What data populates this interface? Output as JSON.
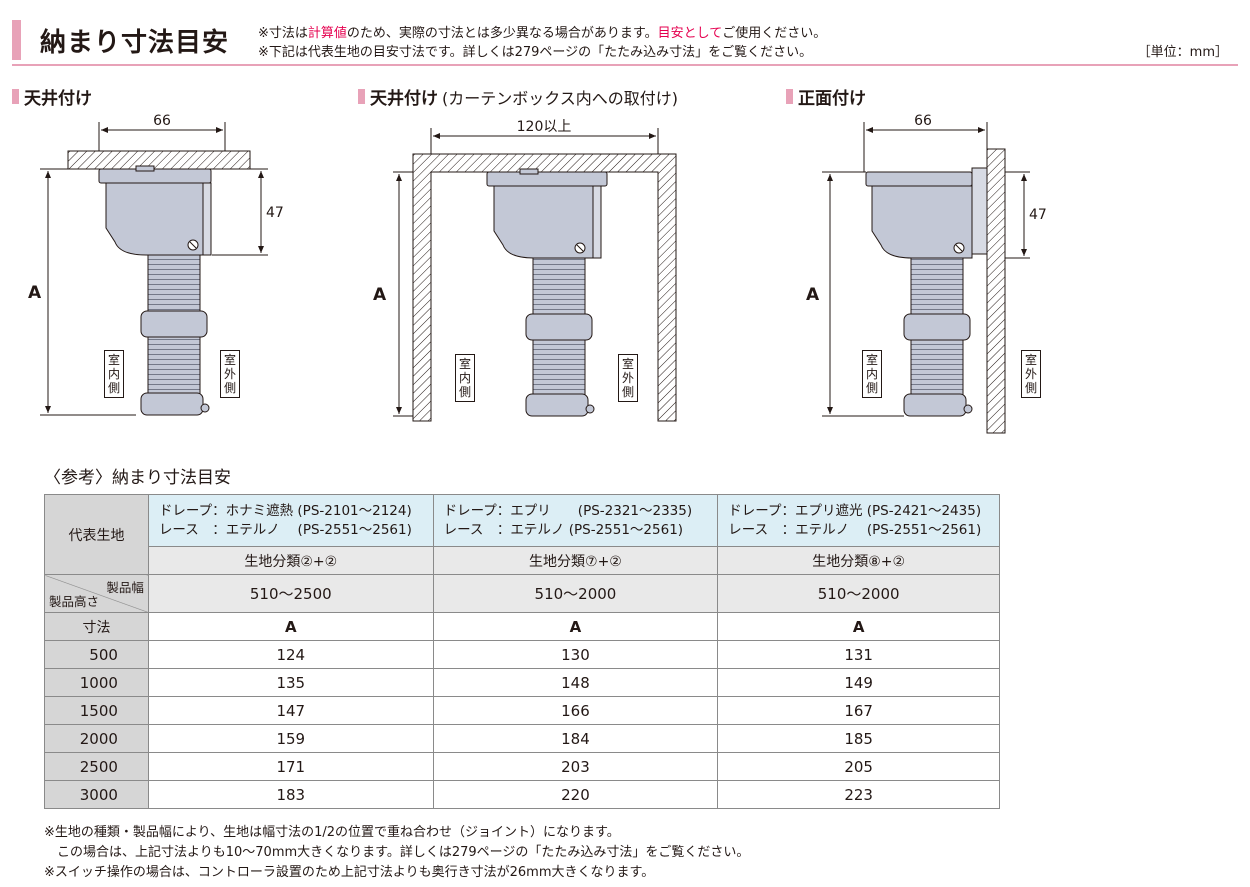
{
  "header": {
    "title": "納まり寸法目安",
    "note1_pre": "※寸法は",
    "note1_red1": "計算値",
    "note1_mid": "のため、実際の寸法とは多少異なる場合があります。",
    "note1_red2": "目安として",
    "note1_post": "ご使用ください。",
    "note2": "※下記は代表生地の目安寸法です。詳しくは279ページの「たたみ込み寸法」をご覧ください。",
    "unit": "［単位：mm］"
  },
  "diagrams": {
    "ceiling": {
      "title": "天井付け",
      "width": "66",
      "height": "47",
      "a": "A",
      "indoor": "室内側",
      "outdoor": "室外側"
    },
    "box": {
      "title": "天井付け",
      "subtitle": "(カーテンボックス内への取付け)",
      "width": "120以上",
      "a": "A",
      "indoor": "室内側",
      "outdoor": "室外側"
    },
    "front": {
      "title": "正面付け",
      "width": "66",
      "height": "47",
      "a": "A",
      "indoor": "室内側",
      "outdoor": "室外側"
    }
  },
  "reference": {
    "title": "〈参考〉納まり寸法目安",
    "fabric_label": "代表生地",
    "fabrics": [
      {
        "line1": "ドレープ：ホナミ遮熱 (PS-2101～2124)",
        "line2": "レース　：エテルノ　 (PS-2551～2561)",
        "class": "生地分類②+②",
        "width": "510～2500"
      },
      {
        "line1": "ドレープ：エプリ　　(PS-2321～2335)",
        "line2": "レース　：エテルノ (PS-2551～2561)",
        "class": "生地分類⑦+②",
        "width": "510～2000"
      },
      {
        "line1": "ドレープ：エプリ遮光 (PS-2421～2435)",
        "line2": "レース　：エテルノ　 (PS-2551～2561)",
        "class": "生地分類⑧+②",
        "width": "510～2000"
      }
    ],
    "width_label": "製品幅",
    "height_label": "製品高さ",
    "dim_label": "寸法",
    "dim_col": "A",
    "rows": [
      {
        "h": "500",
        "v": [
          "124",
          "130",
          "131"
        ]
      },
      {
        "h": "1000",
        "v": [
          "135",
          "148",
          "149"
        ]
      },
      {
        "h": "1500",
        "v": [
          "147",
          "166",
          "167"
        ]
      },
      {
        "h": "2000",
        "v": [
          "159",
          "184",
          "185"
        ]
      },
      {
        "h": "2500",
        "v": [
          "171",
          "203",
          "205"
        ]
      },
      {
        "h": "3000",
        "v": [
          "183",
          "220",
          "223"
        ]
      }
    ]
  },
  "footnotes": [
    "※生地の種類・製品幅により、生地は幅寸法の1/2の位置で重ね合わせ（ジョイント）になります。",
    "　この場合は、上記寸法よりも10～70mm大きくなります。詳しくは279ページの「たたみ込み寸法」をご覧ください。",
    "※スイッチ操作の場合は、コントローラ設置のため上記寸法よりも奥行き寸法が26mm大きくなります。"
  ]
}
